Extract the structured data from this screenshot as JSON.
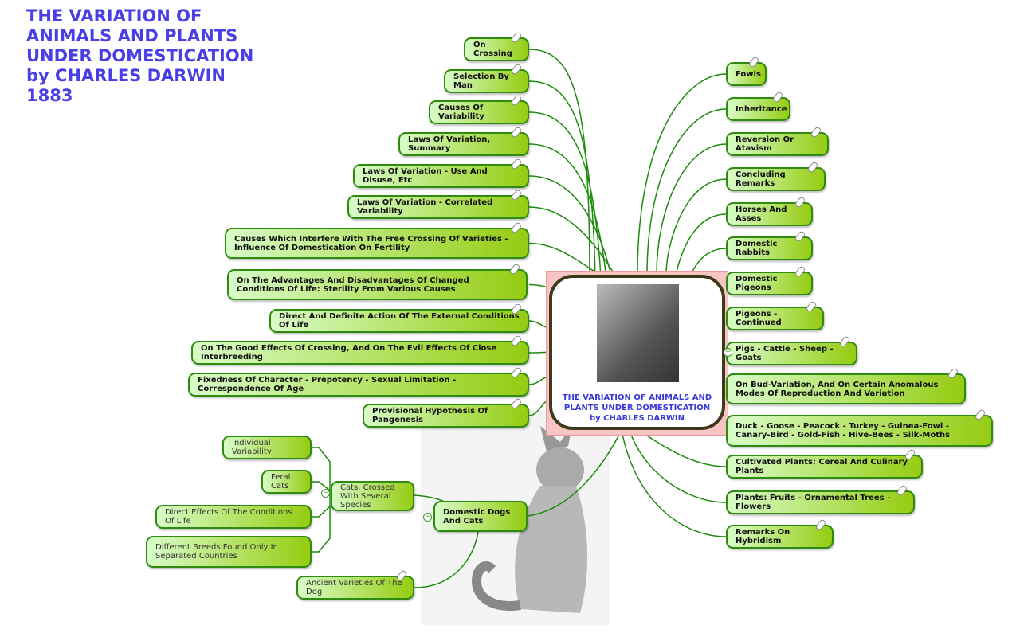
{
  "title": [
    "THE VARIATION OF",
    "ANIMALS AND PLANTS",
    "UNDER DOMESTICATION",
    "by CHARLES DARWIN",
    "1883"
  ],
  "center": {
    "line1": "THE VARIATION OF ANIMALS AND",
    "line2": "PLANTS UNDER DOMESTICATION",
    "line3": "by CHARLES DARWIN"
  },
  "left_topics": [
    "On Crossing",
    "Selection By Man",
    "Causes Of Variability",
    "Laws Of Variation, Summary",
    "Laws Of Variation - Use And Disuse, Etc",
    "Laws Of Variation - Correlated Variability",
    "Causes Which Interfere With The Free Crossing Of Varieties - Influence Of Domestication On Fertility",
    "On The Advantages And Disadvantages Of Changed Conditions Of Life: Sterility From Various Causes",
    "Direct And Definite Action Of The External Conditions Of Life",
    "On The Good Effects Of Crossing, And On The Evil Effects Of Close Interbreeding",
    "Fixedness Of Character - Prepotency - Sexual Limitation - Correspondence Of Age",
    "Provisional Hypothesis Of Pangenesis"
  ],
  "right_topics": [
    "Fowls",
    "Inheritance",
    "Reversion Or Atavism",
    "Concluding Remarks",
    "Horses And Asses",
    "Domestic Rabbits",
    "Domestic Pigeons",
    "Pigeons - Continued",
    "Pigs - Cattle - Sheep - Goats",
    "On Bud-Variation, And On Certain Anomalous Modes Of Reproduction And Variation",
    "Duck - Goose - Peacock - Turkey - Guinea-Fowl - Canary-Bird - Gold-Fish - Hive-Bees - Silk-Moths",
    "Cultivated Plants: Cereal And Culinary Plants",
    "Plants: Fruits - Ornamental Trees - Flowers",
    "Remarks On Hybridism"
  ],
  "dogs": {
    "label": "Domestic Dogs And Cats",
    "cats": "Cats, Crossed With Several Species",
    "cat_children": [
      "Individual Variability",
      "Feral Cats",
      "Direct Effects Of The Conditions Of Life",
      "Different Breeds Found Only In Separated Countries"
    ],
    "ancient": "Ancient Varieties Of The Dog"
  },
  "colors": {
    "title": "#4a3ee6",
    "border": "#2f8a10",
    "line": "#1e8a0e"
  }
}
